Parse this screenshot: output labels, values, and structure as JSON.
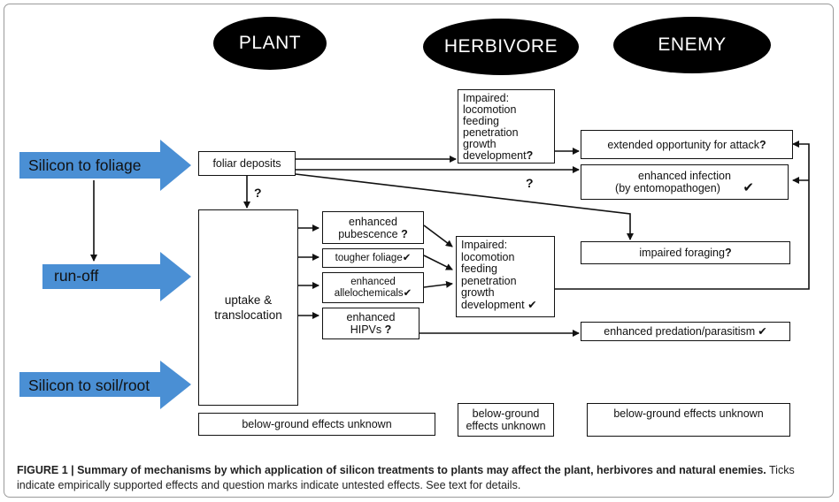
{
  "headers": {
    "plant": "PLANT",
    "herbivore": "HERBIVORE",
    "enemy": "ENEMY"
  },
  "sources": {
    "foliage": "Silicon to foliage",
    "runoff": "run-off",
    "soil": "Silicon to soil/root"
  },
  "plant": {
    "foliar_deposits": "foliar deposits",
    "uptake_line1": "uptake &",
    "uptake_line2": "translocation",
    "pubescence_line1": "enhanced",
    "pubescence_line2": "pubescence",
    "pubescence_mark": "?",
    "foliage": "tougher foliage",
    "foliage_mark": "✔",
    "allelo_line1": "enhanced",
    "allelo_line2": "allelochemicals",
    "allelo_mark": "✔",
    "hipvs_line1": "enhanced",
    "hipvs_line2": "HIPVs",
    "hipvs_mark": "?",
    "below_ground": "below-ground effects unknown"
  },
  "herbivore": {
    "impaired_top": [
      "Impaired:",
      "locomotion",
      "feeding",
      "penetration",
      "growth",
      "development"
    ],
    "impaired_top_mark": "?",
    "impaired_bottom": [
      "Impaired:",
      "locomotion",
      "feeding",
      "penetration",
      "growth",
      "development"
    ],
    "impaired_bottom_mark": "✔",
    "below_line1": "below-ground",
    "below_line2": "effects unknown"
  },
  "enemy": {
    "attack": "extended opportunity for attack",
    "attack_mark": "?",
    "infection_line1": "enhanced infection",
    "infection_line2": "(by entomopathogen)",
    "infection_mark": "✔",
    "foraging": "impaired foraging",
    "foraging_mark": "?",
    "predation": "enhanced predation/parasitism",
    "predation_mark": "✔",
    "below_ground": "below-ground effects unknown"
  },
  "question_marks": {
    "deposit_to_uptake": "?",
    "middle": "?"
  },
  "caption": {
    "label": "FIGURE 1 | ",
    "bold": "Summary of mechanisms by which application of silicon treatments to plants may affect the plant, herbivores and natural enemies.",
    "rest": " Ticks indicate empirically supported effects and question marks indicate untested effects. See text for details."
  },
  "colors": {
    "arrow_blue": "#4a8fd4",
    "ellipse": "#000000",
    "line": "#111111"
  }
}
